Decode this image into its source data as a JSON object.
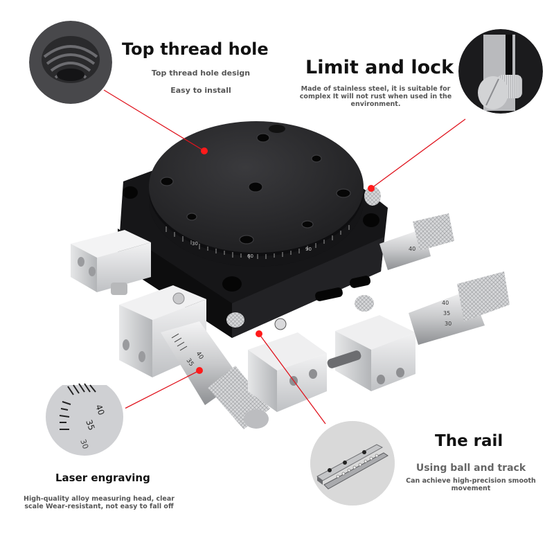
{
  "callouts": {
    "top_thread_hole": {
      "title": "Top thread hole",
      "lines": [
        "Top thread hole design",
        "Easy to install"
      ]
    },
    "limit_and_lock": {
      "title": "Limit and lock",
      "text": "Made of stainless steel, it is suitable for complex It will not rust when used in the environment."
    },
    "laser_engraving": {
      "title": "Laser engraving",
      "text": "High-quality alloy measuring head, clear scale Wear-resistant, not easy to fall off"
    },
    "the_rail": {
      "title": "The rail",
      "subtitle": "Using ball and track",
      "text": "Can achieve high-precision smooth movement"
    }
  },
  "rotary_scale_labels": [
    "30",
    "60",
    "90"
  ],
  "micrometer_labels": {
    "front_left": [
      "40",
      "35",
      "30"
    ],
    "right_lower": [
      "40",
      "35",
      "30"
    ],
    "right_upper": [
      "40"
    ],
    "inset": [
      "40",
      "35",
      "30"
    ]
  },
  "colors": {
    "pointer": "#e0141e",
    "body_black": "#1c1c1e",
    "aluminum": "#d8d9db",
    "title_text": "#111111",
    "body_text": "#555555"
  }
}
